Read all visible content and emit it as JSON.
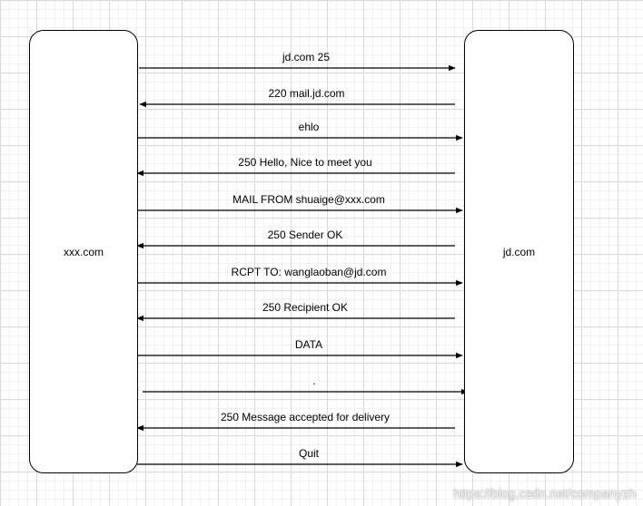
{
  "participants": {
    "left": "xxx.com",
    "right": "jd.com"
  },
  "messages": [
    {
      "label": "jd.com 25",
      "direction": "right"
    },
    {
      "label": "220 mail.jd.com",
      "direction": "left"
    },
    {
      "label": "ehlo",
      "direction": "right"
    },
    {
      "label": "250 Hello, Nice to meet you",
      "direction": "left"
    },
    {
      "label": "MAIL FROM shuaige@xxx.com",
      "direction": "right"
    },
    {
      "label": "250 Sender OK",
      "direction": "left"
    },
    {
      "label": "RCPT TO: wanglaoban@jd.com",
      "direction": "right"
    },
    {
      "label": "250 Recipient OK",
      "direction": "left"
    },
    {
      "label": "DATA",
      "direction": "right"
    },
    {
      "label": ".",
      "direction": "right"
    },
    {
      "label": "250 Message accepted for delivery",
      "direction": "left"
    },
    {
      "label": "Quit",
      "direction": "right"
    }
  ],
  "watermark": "https://blog.csdn.net/companyzh",
  "colors": {
    "line": "#000000",
    "grid_major": "#d9d9d9",
    "grid_minor": "#f0f0f0",
    "background": "#ffffff"
  }
}
